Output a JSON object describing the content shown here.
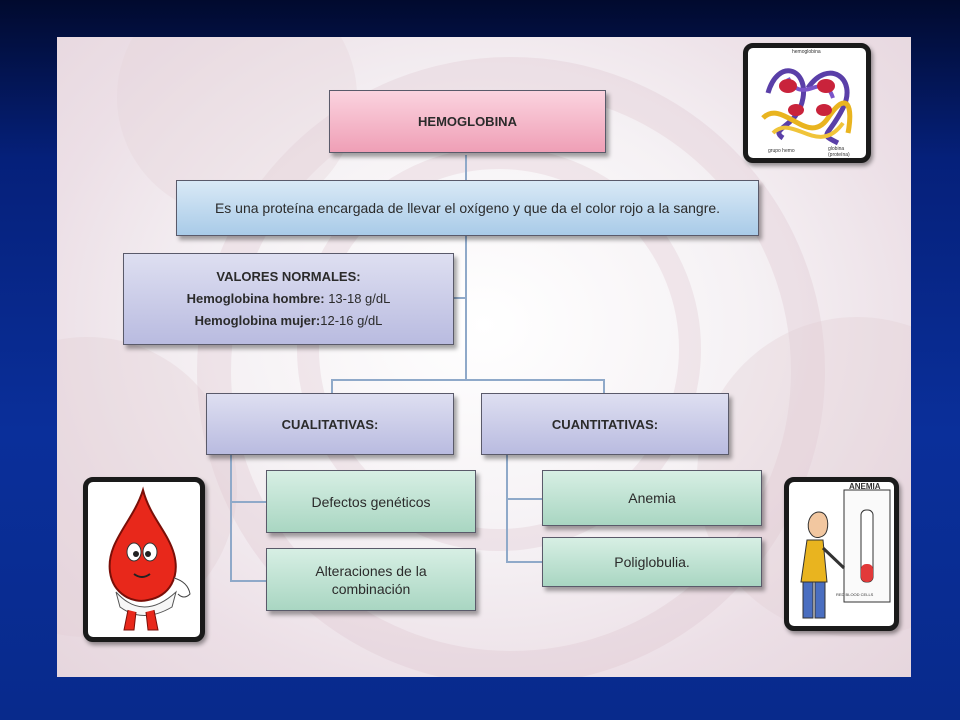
{
  "diagram": {
    "root": {
      "title": "HEMOGLOBINA"
    },
    "definition": {
      "text": "Es una proteína encargada de llevar el oxígeno y que da el color rojo a la sangre."
    },
    "normal_values": {
      "title": "VALORES NORMALES:",
      "male_label": "Hemoglobina hombre:",
      "male_value": " 13-18 g/dL",
      "female_label": "Hemoglobina mujer:",
      "female_value": "12-16 g/dL"
    },
    "branches": [
      {
        "title": "CUALITATIVAS:",
        "items": [
          "Defectos genéticos",
          "Alteraciones de la combinación"
        ]
      },
      {
        "title": "CUANTITATIVAS:",
        "items": [
          "Anemia",
          "Poliglobulia."
        ]
      }
    ]
  },
  "images": {
    "molecule": {
      "icon": "hemoglobin-molecule-icon",
      "caption_top": "hemoglobina",
      "caption_left": "grupo hemo",
      "caption_right": "globina (proteína)"
    },
    "drop": {
      "icon": "blood-drop-cartoon-icon"
    },
    "anemia": {
      "icon": "anemia-test-cartoon-icon",
      "sign": "ANEMIA",
      "tube_label": "RED BLOOD CELLS"
    }
  },
  "colors": {
    "root": "#ef9fb6",
    "definition": "#a9cbe8",
    "values": "#b9bbe0",
    "leaf": "#a9d6c2",
    "connector": "#8fa9c9"
  }
}
